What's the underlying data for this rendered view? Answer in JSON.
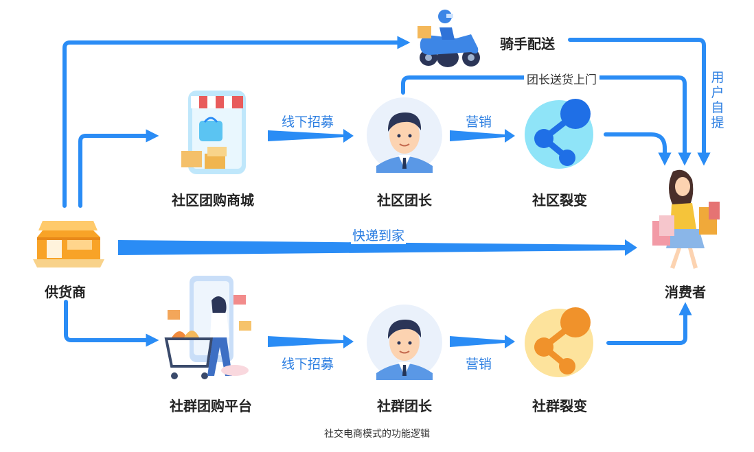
{
  "nodes": {
    "supplier": "供货商",
    "community_mall": "社区团购商城",
    "community_leader": "社区团长",
    "community_fission": "社区裂变",
    "group_platform": "社群团购平台",
    "group_leader": "社群团长",
    "group_fission": "社群裂变",
    "consumer": "消费者"
  },
  "edges": {
    "rider_delivery": "骑手配送",
    "leader_door_delivery": "团长送货上门",
    "self_pickup": "用户自提",
    "offline_recruit_top": "线下招募",
    "offline_recruit_bottom": "线下招募",
    "marketing_top": "营销",
    "marketing_bottom": "营销",
    "express_home": "快递到家"
  },
  "caption": "社交电商模式的功能逻辑",
  "colors": {
    "arrow": "#2a8cf5",
    "label_blue": "#2a7de1",
    "share_blue": "#1f6fe6",
    "share_blue_bg": "#8fe4f8",
    "share_orange": "#f0922b",
    "share_orange_bg": "#fde39c",
    "store_orange": "#f8a327"
  },
  "icons": {
    "supplier": "store-icon",
    "community_mall": "shop-phone-icon",
    "group_platform": "shopping-cart-phone-icon",
    "leader": "man-avatar-icon",
    "fission": "share-icon",
    "rider": "scooter-rider-icon",
    "consumer": "shopping-woman-icon"
  }
}
